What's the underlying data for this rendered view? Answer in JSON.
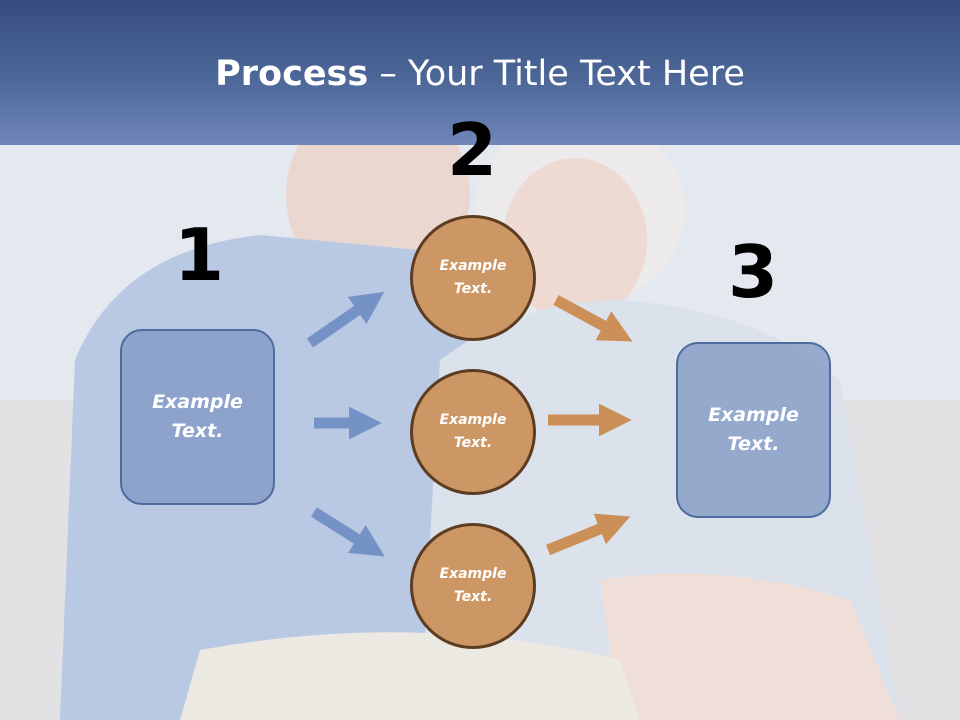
{
  "title": {
    "strong": "Process",
    "rest": " – Your Title Text Here"
  },
  "steps": {
    "one": "1",
    "two": "2",
    "three": "3"
  },
  "boxes": {
    "left": "Example Text.",
    "right": "Example Text."
  },
  "circles": {
    "top": "Example Text.",
    "middle": "Example Text.",
    "bottom": "Example Text."
  },
  "colors": {
    "title_bar": "#4d6799",
    "box_fill": "#8299c4",
    "box_border": "#4f6b9f",
    "circle_fill": "#cc9764",
    "circle_border": "#5d3d22",
    "blue_arrow": "#7592c6",
    "orange_arrow": "#cc8f57"
  }
}
